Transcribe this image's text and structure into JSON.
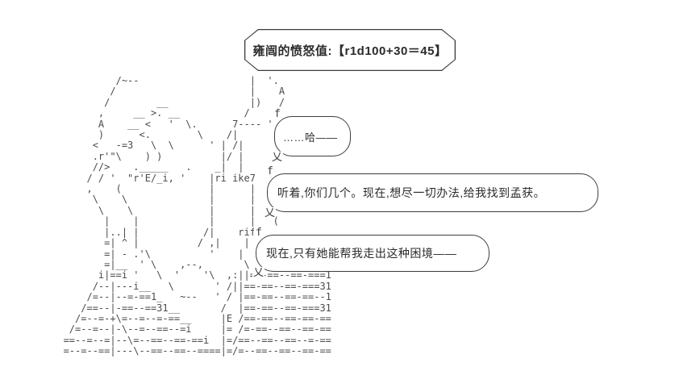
{
  "scene": {
    "background_color": "#ffffff",
    "ink_color": "#4a4a4a",
    "description": "ASCII-art (AA) dialogue scene with dice roll result"
  },
  "title_box": {
    "text": "雍闿的愤怒值:【r1d100+30＝45】"
  },
  "bubbles": [
    {
      "text": "……哈——"
    },
    {
      "text": "听着,你们几个。现在,想尽一切办法,给我找到孟获。"
    },
    {
      "text": "现在,只有她能帮我走出这种困境——"
    }
  ],
  "decorations": {
    "bubble_tail_top": "f",
    "bubble_tail_bottom": "乂"
  },
  "ascii_art": {
    "figure": "yong-kai-character",
    "text": "                /~--                   |  '.\n               /                       |    A\n              /        __              |)   /\n             ,     __ >. __           /    /\n             A    __ <   '  \\.      7---- '\n             )      <.        \\    /|\n            <   -=3   \\  \\      ' | /|\n            .r'\"\\    ) )          |/ |\n            //>    ._____   .    _|  |\n           / / '  \"r'E/_i, '    |ri ike7\n           ,    (               |      |\n            \\    \\              |      |\n             \\    \\             |      |\n              |    |            |      |   (\n              |..| |           /|    rif\n              =| ^ |          / ,|    |\n              =| - .'\\          '    |\n              =|__  ' \\    ,--,       \\\n             i|==i '   \\  '    '\\  ,:||==-==--==-===1\n            /--|---i__   \\       ' /||==-==--==-===31\n           /=--|--=-==1_   ~--   ' / |==-==--==-==--1\n          /==--|-==--==31__       /  |==-==--==-===31\n         /=--=-+\\=--=--=-==__     |E /==-==--==-==-==\n        /=--=--|-\\--=--==--=i     |= /=-==--==--==-==\n       ==--=--=|--\\=--==--==-==i  |=/==--==--==--=-==\n       =--=--==|---\\--==--==--====|=/=--==--==--==-=="
  }
}
